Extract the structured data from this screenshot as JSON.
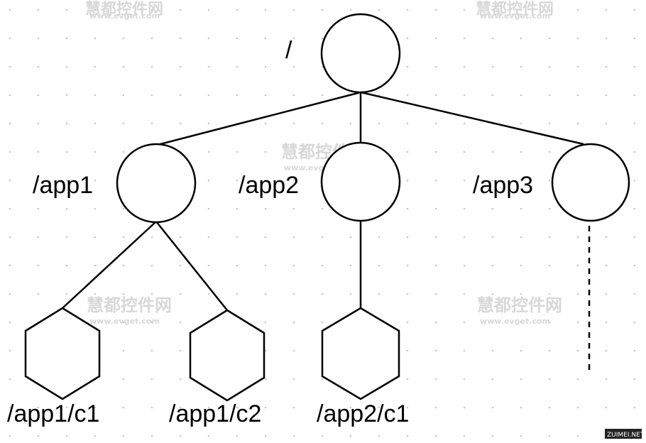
{
  "colors": {
    "stroke": "#000000",
    "background": "#ffffff",
    "grid_dot": "#c8c8c8",
    "watermark": "#d8d8d8"
  },
  "nodes": {
    "root": {
      "label": "/",
      "shape": "circle"
    },
    "app1": {
      "label": "/app1",
      "shape": "circle"
    },
    "app2": {
      "label": "/app2",
      "shape": "circle"
    },
    "app3": {
      "label": "/app3",
      "shape": "circle"
    },
    "app1_c1": {
      "label": "/app1/c1",
      "shape": "hexagon"
    },
    "app1_c2": {
      "label": "/app1/c2",
      "shape": "hexagon"
    },
    "app2_c1": {
      "label": "/app2/c1",
      "shape": "hexagon"
    }
  },
  "edges": [
    {
      "from": "root",
      "to": "app1",
      "style": "solid"
    },
    {
      "from": "root",
      "to": "app2",
      "style": "solid"
    },
    {
      "from": "root",
      "to": "app3",
      "style": "solid"
    },
    {
      "from": "app1",
      "to": "app1_c1",
      "style": "solid"
    },
    {
      "from": "app1",
      "to": "app1_c2",
      "style": "solid"
    },
    {
      "from": "app2",
      "to": "app2_c1",
      "style": "solid"
    },
    {
      "from": "app3",
      "to": "more",
      "style": "dashed"
    }
  ],
  "watermark": {
    "main": "慧都控件网",
    "sub": "www.evget.com"
  },
  "corner_badge": "ZUIMEI.NET"
}
